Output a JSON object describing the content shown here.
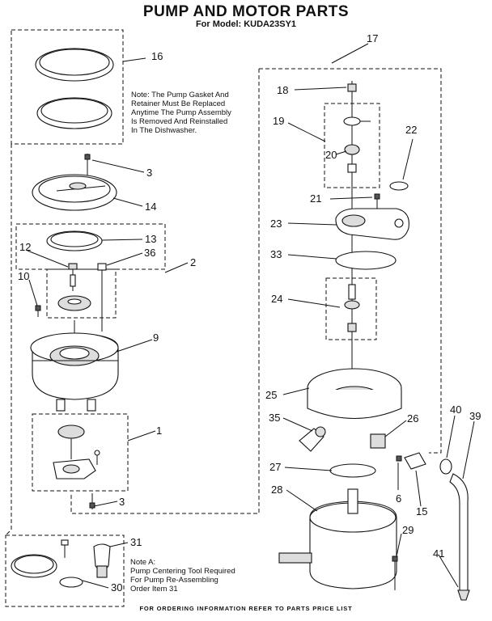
{
  "header": {
    "title": "PUMP AND MOTOR PARTS",
    "subtitle": "For Model: KUDA23SY1"
  },
  "notes": {
    "gasket_note": "Note: The Pump Gasket And\nRetainer Must Be Replaced\nAnytime The Pump Assembly\nIs Removed And Reinstalled\nIn The Dishwasher.",
    "centering_note": "Note A:\nPump Centering Tool Required\nFor Pump Re-Assembling\nOrder Item 31"
  },
  "callouts": [
    "16",
    "17",
    "18",
    "19",
    "20",
    "22",
    "3",
    "14",
    "21",
    "23",
    "13",
    "12",
    "36",
    "2",
    "33",
    "10",
    "24",
    "9",
    "25",
    "35",
    "26",
    "40",
    "39",
    "1",
    "27",
    "6",
    "15",
    "3",
    "28",
    "29",
    "31",
    "41",
    "30"
  ],
  "footer": {
    "text": "FOR ORDERING INFORMATION REFER TO PARTS PRICE LIST"
  }
}
